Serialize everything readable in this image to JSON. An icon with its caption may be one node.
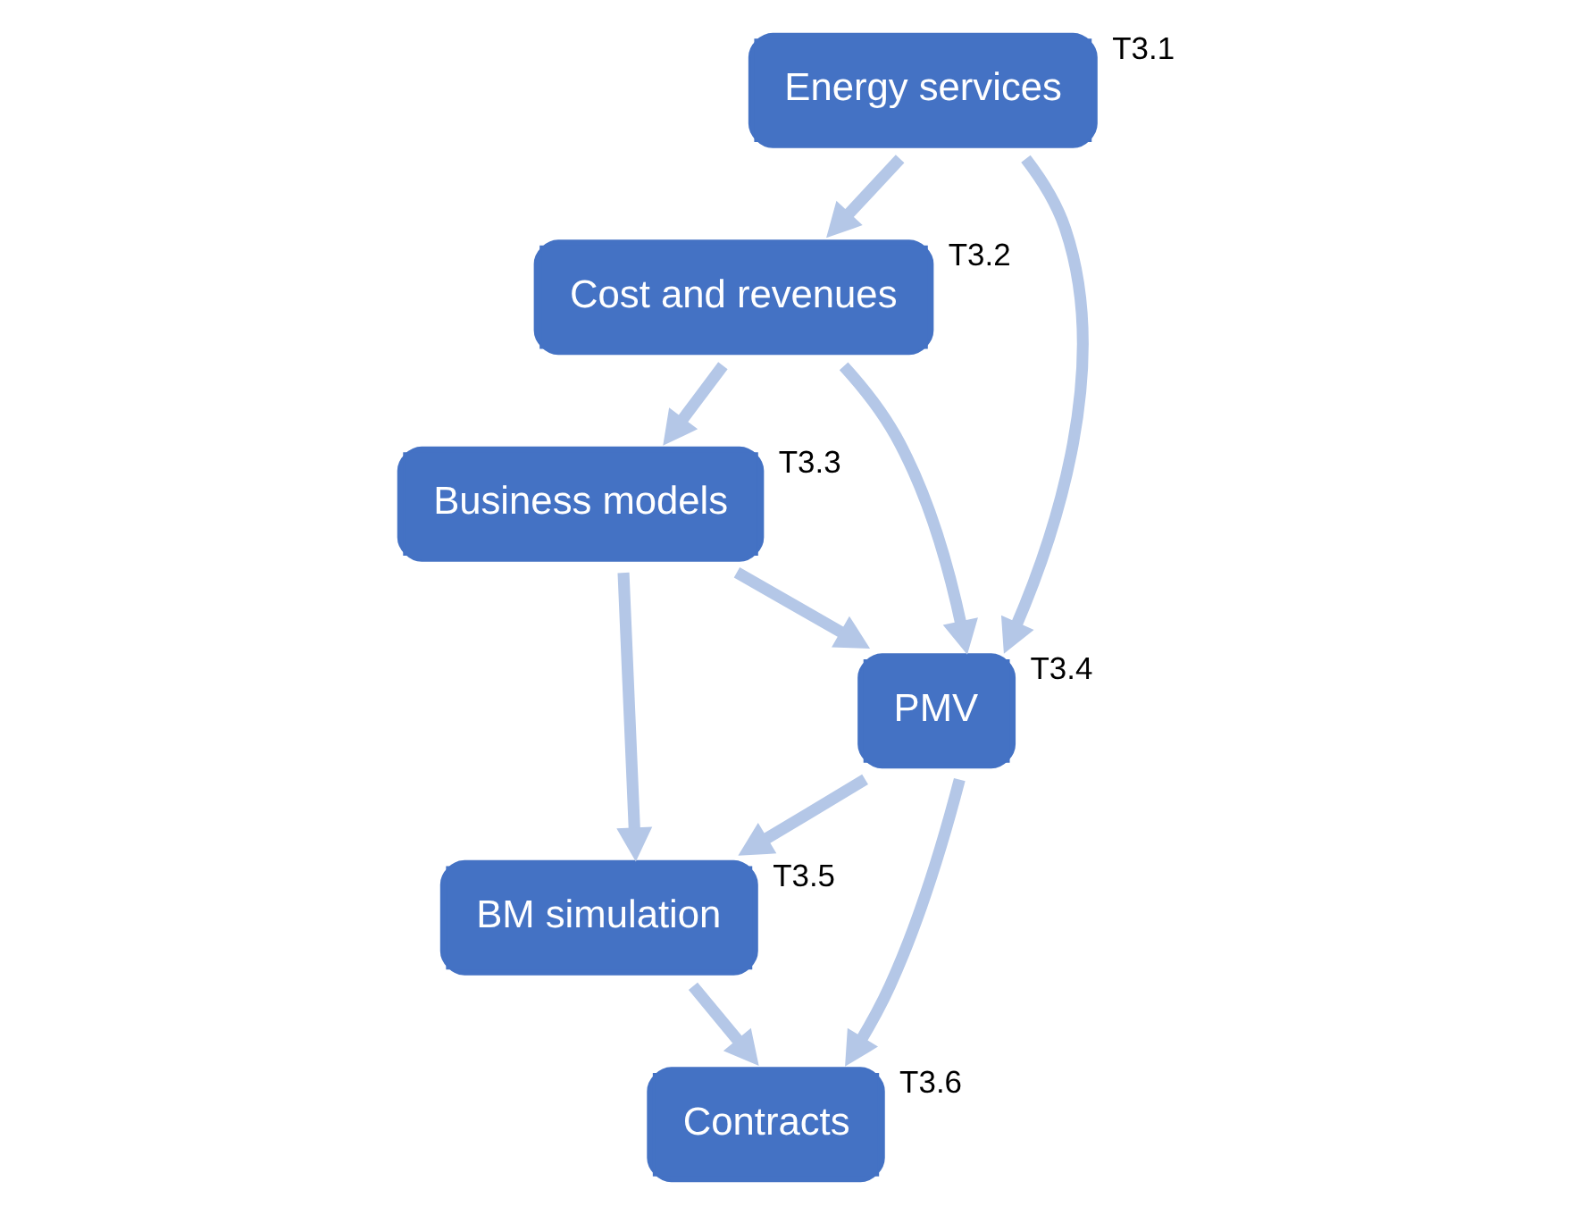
{
  "diagram": {
    "nodes": [
      {
        "text": [
          "Energy services"
        ],
        "beside": [
          "T3.1"
        ]
      },
      {
        "text": [
          "Cost and revenues"
        ],
        "beside": [
          "T3.2"
        ]
      },
      {
        "text": [
          "Business models"
        ],
        "beside": [
          "T3.3"
        ]
      },
      {
        "text": [
          "PMV"
        ],
        "beside": [
          "T3.4"
        ]
      },
      {
        "text": [
          "BM simulation"
        ],
        "beside": [
          "T3.5"
        ]
      },
      {
        "text": [
          "Contracts"
        ],
        "beside": [
          "T3.6"
        ]
      }
    ],
    "edges": [
      {
        "from": 0,
        "to": 1,
        "arrow": "to"
      },
      {
        "from": 0,
        "to": 3,
        "arrow": "to"
      },
      {
        "from": 1,
        "to": 3,
        "arrow": "to"
      },
      {
        "from": 1,
        "to": 2,
        "arrow": "to"
      },
      {
        "from": 2,
        "to": 3,
        "arrow": "to"
      },
      {
        "from": 2,
        "to": 4,
        "arrow": "to"
      },
      {
        "from": 3,
        "to": 4,
        "arrow": "to"
      },
      {
        "from": 3,
        "to": 5,
        "arrow": "to"
      },
      {
        "from": 4,
        "to": 5,
        "arrow": "to"
      }
    ]
  }
}
